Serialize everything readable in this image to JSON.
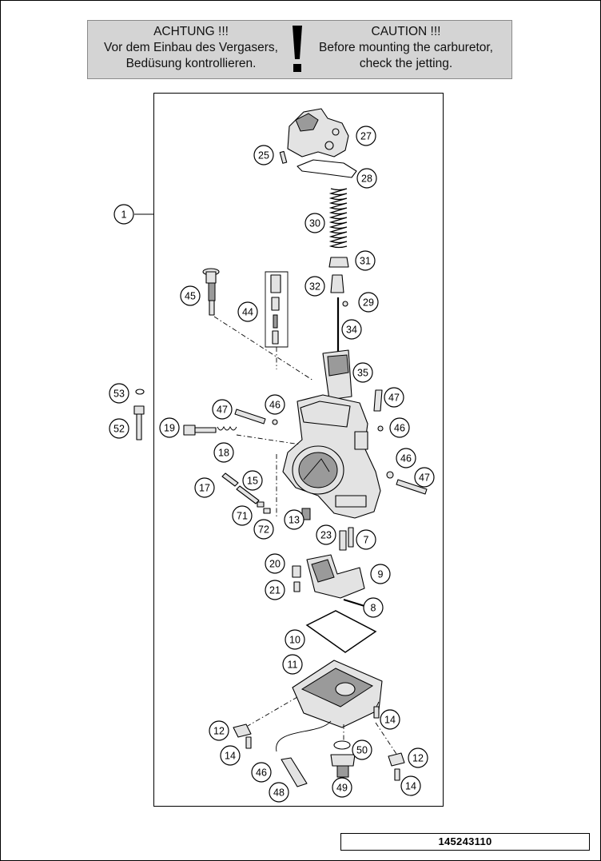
{
  "warning": {
    "german": [
      "ACHTUNG !!!",
      "Vor dem Einbau des Vergasers,",
      "Bedüsung kontrollieren."
    ],
    "english": [
      "CAUTION !!!",
      "Before mounting the carburetor,",
      "check the jetting."
    ],
    "symbol": "exclamation-mark"
  },
  "callouts": [
    "1",
    "7",
    "8",
    "9",
    "10",
    "11",
    "12",
    "12",
    "13",
    "14",
    "14",
    "14",
    "15",
    "17",
    "18",
    "19",
    "20",
    "21",
    "23",
    "25",
    "27",
    "28",
    "29",
    "30",
    "31",
    "32",
    "34",
    "35",
    "44",
    "45",
    "46",
    "46",
    "46",
    "46",
    "47",
    "47",
    "47",
    "48",
    "49",
    "50",
    "52",
    "53",
    "71",
    "72"
  ],
  "document_number": "145243110"
}
